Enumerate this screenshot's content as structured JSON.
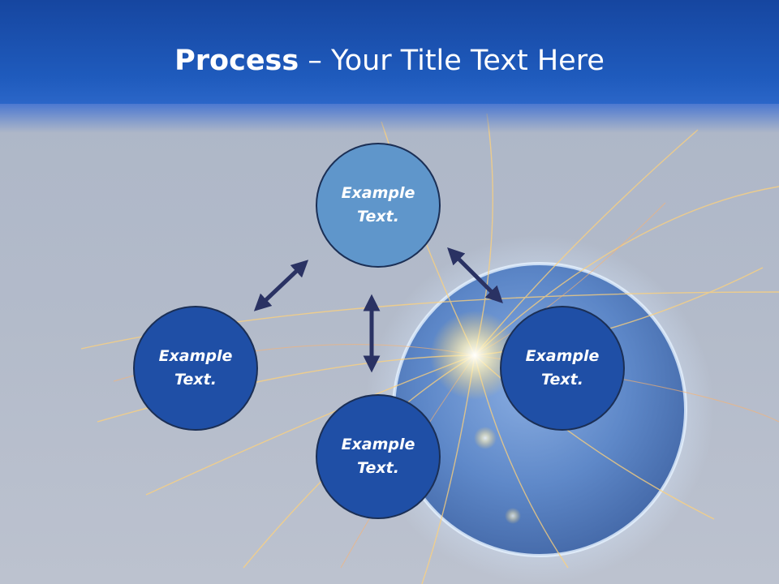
{
  "title": {
    "bold": "Process",
    "rest": " – Your Title Text Here"
  },
  "nodes": {
    "top": {
      "line1": "Example",
      "line2": "Text."
    },
    "left": {
      "line1": "Example",
      "line2": "Text."
    },
    "right": {
      "line1": "Example",
      "line2": "Text."
    },
    "bottom": {
      "line1": "Example",
      "line2": "Text."
    }
  },
  "colors": {
    "header": "#1f5bbd",
    "node_dark": "#1f4fa6",
    "node_light": "#5f96cb",
    "arrow": "#2a3263"
  }
}
